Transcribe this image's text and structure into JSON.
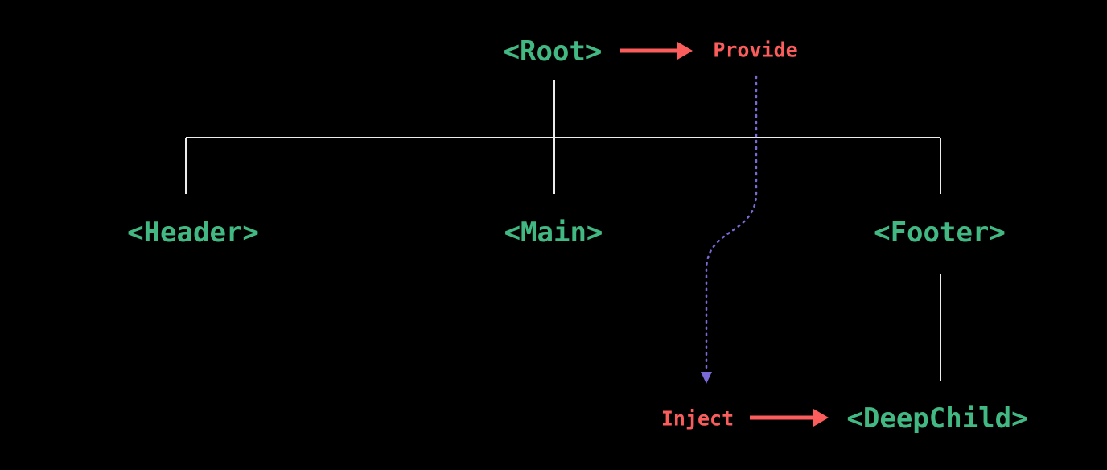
{
  "diagram": {
    "title": "provide-inject-component-tree",
    "background": "#000000",
    "colors": {
      "component_text": "#42b883",
      "provide_inject_text": "#fb5d5d",
      "arrow": "#fb5d5d",
      "inject_path": "#7a6ad6",
      "tree_lines": "#ececec"
    },
    "nodes": {
      "root": "<Root>",
      "header": "<Header>",
      "main": "<Main>",
      "footer": "<Footer>",
      "deep_child": "<DeepChild>"
    },
    "labels": {
      "provide": "Provide",
      "inject": "Inject"
    },
    "edges": [
      {
        "from": "Root",
        "to": "Header",
        "style": "solid"
      },
      {
        "from": "Root",
        "to": "Main",
        "style": "solid"
      },
      {
        "from": "Root",
        "to": "Footer",
        "style": "solid"
      },
      {
        "from": "Footer",
        "to": "DeepChild",
        "style": "solid"
      },
      {
        "from": "Root",
        "to": "Provide",
        "style": "arrow"
      },
      {
        "from": "Provide",
        "to": "Inject",
        "style": "dotted-curve"
      },
      {
        "from": "Inject",
        "to": "DeepChild",
        "style": "arrow"
      }
    ]
  }
}
